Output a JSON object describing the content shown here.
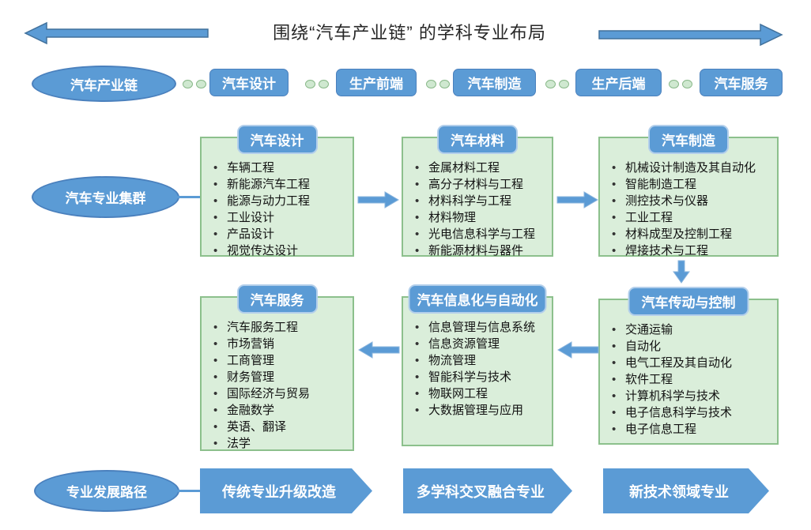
{
  "title": "围绕“汽车产业链” 的学科专业布局",
  "industry_chain": {
    "label": "汽车产业链",
    "stages": [
      "汽车设计",
      "生产前端",
      "汽车制造",
      "生产后端",
      "汽车服务"
    ]
  },
  "major_clusters": {
    "label": "汽车专业集群",
    "groups": [
      {
        "title": "汽车设计",
        "majors": [
          "车辆工程",
          "新能源汽车工程",
          "能源与动力工程",
          "工业设计",
          "产品设计",
          "视觉传达设计"
        ]
      },
      {
        "title": "汽车材料",
        "majors": [
          "金属材料工程",
          "高分子材料与工程",
          "材料科学与工程",
          "材料物理",
          "光电信息科学与工程",
          "新能源材料与器件"
        ]
      },
      {
        "title": "汽车制造",
        "majors": [
          "机械设计制造及其自动化",
          "智能制造工程",
          "测控技术与仪器",
          "工业工程",
          "材料成型及控制工程",
          "焊接技术与工程"
        ]
      },
      {
        "title": "汽车服务",
        "majors": [
          "汽车服务工程",
          "市场营销",
          "工商管理",
          "财务管理",
          "国际经济与贸易",
          "金融数学",
          "英语、翻译",
          "法学"
        ]
      },
      {
        "title": "汽车信息化与自动化",
        "majors": [
          "信息管理与信息系统",
          "信息资源管理",
          "物流管理",
          "智能科学与技术",
          "物联网工程",
          "大数据管理与应用"
        ]
      },
      {
        "title": "汽车传动与控制",
        "majors": [
          "交通运输",
          "自动化",
          "电气工程及其自动化",
          "软件工程",
          "计算机科学与技术",
          "电子信息科学与技术",
          "电子信息工程"
        ]
      }
    ]
  },
  "development_paths": {
    "label": "专业发展路径",
    "items": [
      "传统专业升级改造",
      "多学科交叉融合专业",
      "新技术领域专业"
    ]
  },
  "colors": {
    "blue": "#5b9bd5",
    "blue_border": "#41719c",
    "header_border": "#b3cfeb",
    "green_fill": "#daeeda",
    "green_border": "#8cc08c",
    "dot_fill": "#cfe8d0"
  }
}
